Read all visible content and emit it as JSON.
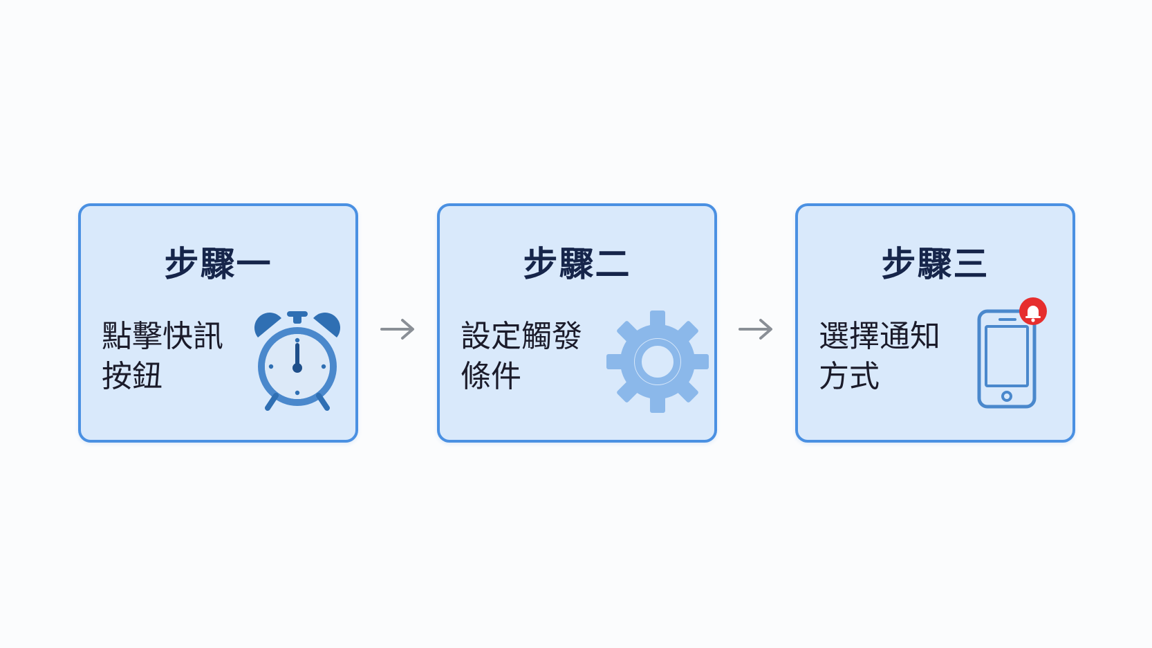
{
  "steps": [
    {
      "title": "步驟一",
      "desc_line1": "點擊快訊",
      "desc_line2": "按鈕",
      "icon": "alarm-clock-icon"
    },
    {
      "title": "步驟二",
      "desc_line1": "設定觸發",
      "desc_line2": "條件",
      "icon": "gear-icon"
    },
    {
      "title": "步驟三",
      "desc_line1": "選擇通知",
      "desc_line2": "方式",
      "icon": "smartphone-notification-icon"
    }
  ],
  "connectors": [
    "arrow-right-icon",
    "arrow-right-icon"
  ],
  "colors": {
    "card_border": "#4a90e2",
    "card_fill": "#d9e9fb",
    "title_text": "#16254a",
    "clock_blue": "#2f6fb3",
    "gear_blue": "#8bb8ea",
    "notification_red": "#e62e2e",
    "arrow_gray": "#8a8f96"
  }
}
